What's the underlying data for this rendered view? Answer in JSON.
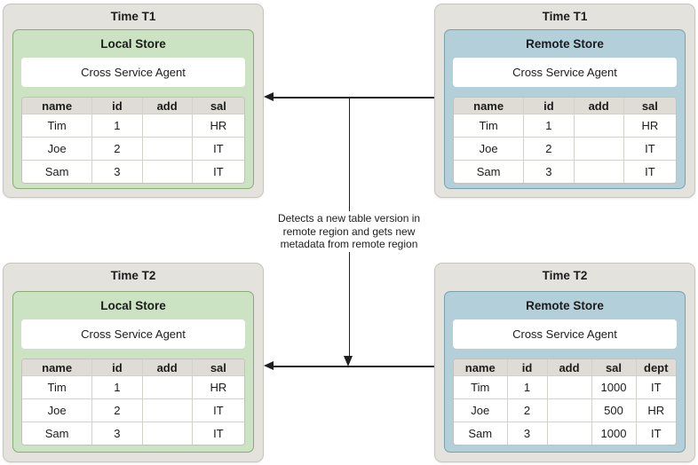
{
  "colors": {
    "panel_bg": "#e4e2dc",
    "panel_border": "#c7c5bf",
    "green_fill": "#cbe3c3",
    "green_border": "#8aab76",
    "blue_fill": "#b3cfd9",
    "blue_border": "#7d9fac",
    "table_header_bg": "#dedcd5",
    "table_border": "#c3c1bb",
    "grid_line": "#d3d1cb",
    "line_color": "#1f1f1f",
    "text_color": "#1c1c1c"
  },
  "annotation": {
    "text": "Detects a new table version in remote region and gets new metadata from remote region"
  },
  "panels": [
    {
      "time_label": "Time T1",
      "store_label": "Local Store",
      "agent_label": "Cross Service Agent",
      "variant": "green",
      "table": {
        "headers": [
          "name",
          "id",
          "add",
          "sal"
        ],
        "rows": [
          [
            "Tim",
            "1",
            "",
            "HR"
          ],
          [
            "Joe",
            "2",
            "",
            "IT"
          ],
          [
            "Sam",
            "3",
            "",
            "IT"
          ]
        ]
      }
    },
    {
      "time_label": "Time T1",
      "store_label": "Remote Store",
      "agent_label": "Cross Service Agent",
      "variant": "blue",
      "table": {
        "headers": [
          "name",
          "id",
          "add",
          "sal"
        ],
        "rows": [
          [
            "Tim",
            "1",
            "",
            "HR"
          ],
          [
            "Joe",
            "2",
            "",
            "IT"
          ],
          [
            "Sam",
            "3",
            "",
            "IT"
          ]
        ]
      }
    },
    {
      "time_label": "Time T2",
      "store_label": "Local Store",
      "agent_label": "Cross Service Agent",
      "variant": "green",
      "table": {
        "headers": [
          "name",
          "id",
          "add",
          "sal"
        ],
        "rows": [
          [
            "Tim",
            "1",
            "",
            "HR"
          ],
          [
            "Joe",
            "2",
            "",
            "IT"
          ],
          [
            "Sam",
            "3",
            "",
            "IT"
          ]
        ]
      }
    },
    {
      "time_label": "Time T2",
      "store_label": "Remote Store",
      "agent_label": "Cross Service Agent",
      "variant": "blue",
      "table": {
        "headers": [
          "name",
          "id",
          "add",
          "sal",
          "dept"
        ],
        "rows": [
          [
            "Tim",
            "1",
            "",
            "1000",
            "IT"
          ],
          [
            "Joe",
            "2",
            "",
            "500",
            "HR"
          ],
          [
            "Sam",
            "3",
            "",
            "1000",
            "IT"
          ]
        ]
      }
    }
  ]
}
